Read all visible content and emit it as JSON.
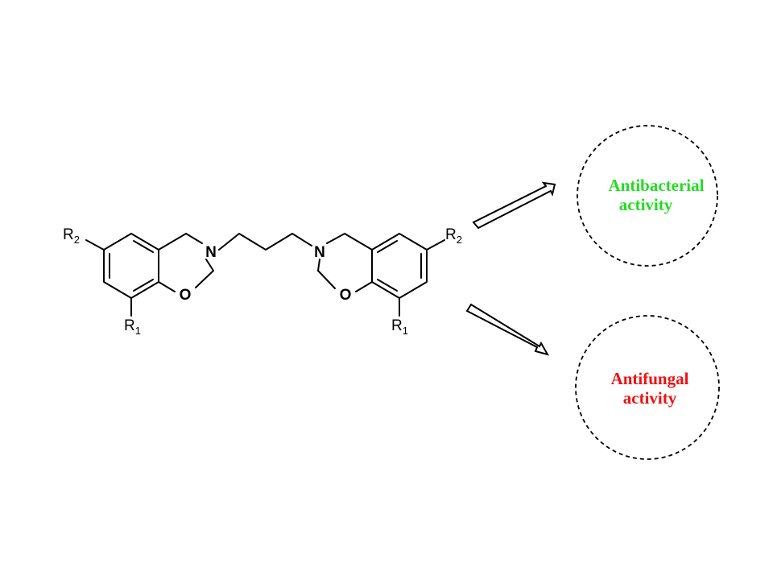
{
  "molecule": {
    "substituent_r1": {
      "letter": "R",
      "subscript": "1"
    },
    "substituent_r2": {
      "letter": "R",
      "subscript": "2"
    },
    "nitrogen_label": "N",
    "oxygen_label": "O"
  },
  "targets": {
    "antibacterial": {
      "line1": "Antibacterial",
      "line2": "activity",
      "color": "#22dd22"
    },
    "antifungal": {
      "line1": "Antifungal",
      "line2": "activity",
      "color": "#ee1111"
    }
  }
}
